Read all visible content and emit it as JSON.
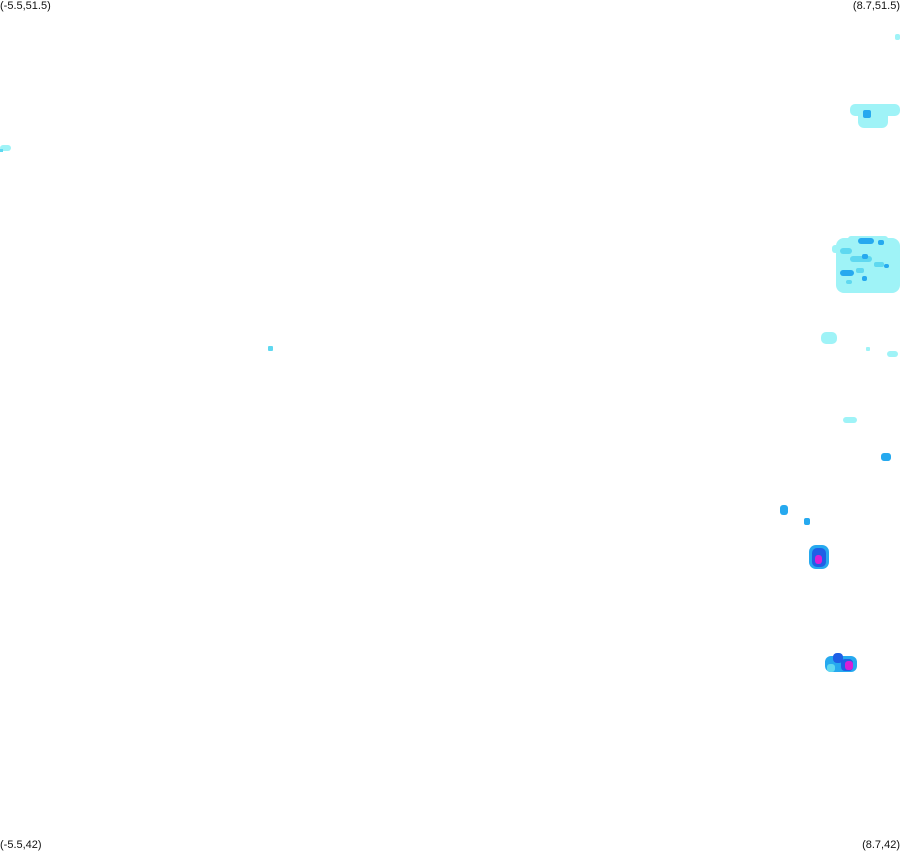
{
  "corners": {
    "top_left": "(-5.5,51.5)",
    "top_right": "(8.7,51.5)",
    "bottom_left": "(-5.5,42)",
    "bottom_right": "(8.7,42)"
  },
  "legend_colors": {
    "light": "#9ff3f7",
    "light_medium": "#5fd8f0",
    "medium": "#26a9ef",
    "strong": "#1f5fe6",
    "intense": "#d81fd6"
  }
}
